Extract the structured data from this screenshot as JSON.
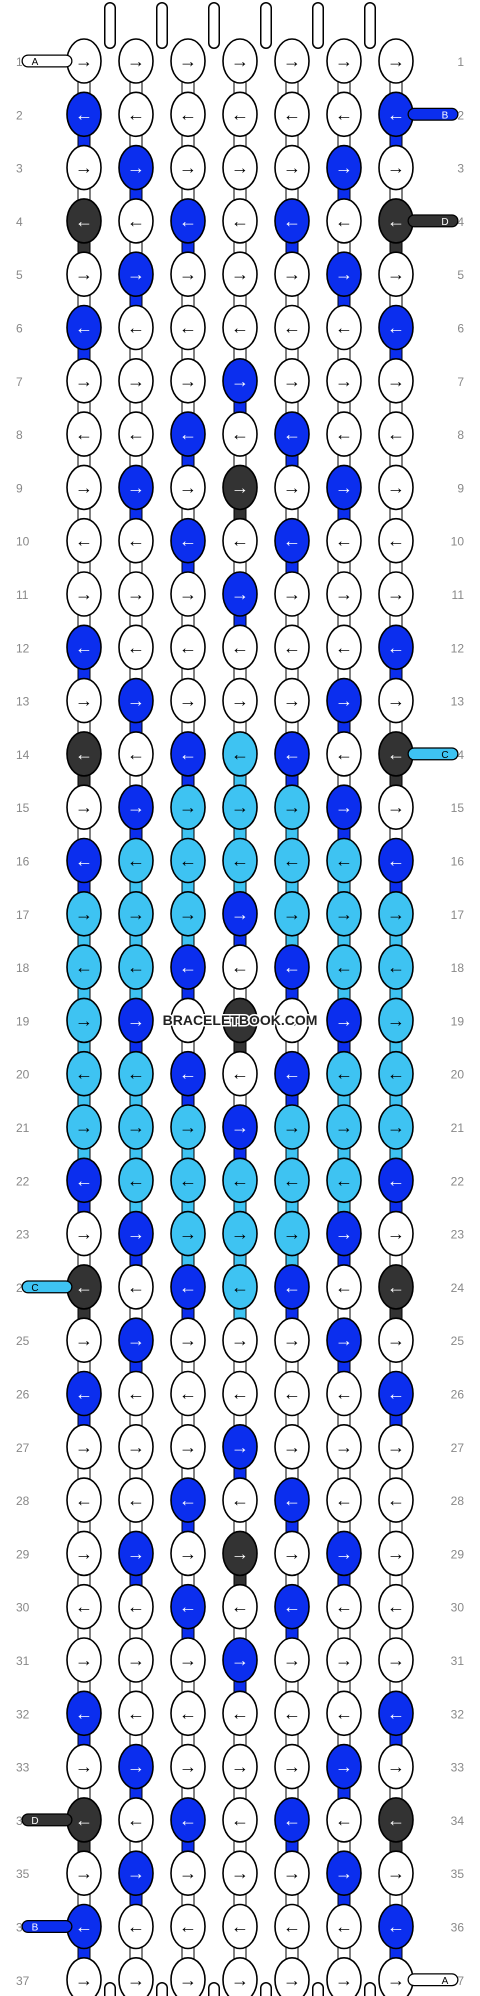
{
  "watermark": "BRACELETBOOK.COM",
  "colors": {
    "A": "#ffffff",
    "B": "#0b2eee",
    "C": "#3ec3f2",
    "D": "#333333"
  },
  "row_numbers": [
    "1",
    "2",
    "3",
    "4",
    "5",
    "6",
    "7",
    "8",
    "9",
    "10",
    "11",
    "12",
    "13",
    "14",
    "15",
    "16",
    "17",
    "18",
    "19",
    "20",
    "21",
    "22",
    "23",
    "24",
    "25",
    "26",
    "27",
    "28",
    "29",
    "30",
    "31",
    "32",
    "33",
    "34",
    "35",
    "36",
    "37"
  ],
  "strand_labels": {
    "left": [
      {
        "row": 1,
        "label": "A",
        "color": "A"
      },
      {
        "row": 24,
        "label": "C",
        "color": "C"
      },
      {
        "row": 34,
        "label": "D",
        "color": "D"
      },
      {
        "row": 36,
        "label": "B",
        "color": "B"
      }
    ],
    "right": [
      {
        "row": 2,
        "label": "B",
        "color": "B"
      },
      {
        "row": 4,
        "label": "D",
        "color": "D"
      },
      {
        "row": 14,
        "label": "C",
        "color": "C"
      },
      {
        "row": 37,
        "label": "A",
        "color": "A"
      }
    ]
  },
  "arrow_glyphs": {
    "R": "→",
    "L": "←"
  },
  "knot_rows": [
    {
      "d": [
        "R",
        "R",
        "R",
        "R",
        "R",
        "R",
        "R"
      ],
      "c": [
        "A",
        "A",
        "A",
        "A",
        "A",
        "A",
        "A"
      ]
    },
    {
      "d": [
        "L",
        "L",
        "L",
        "L",
        "L",
        "L",
        "L"
      ],
      "c": [
        "B",
        "A",
        "A",
        "A",
        "A",
        "A",
        "B"
      ]
    },
    {
      "d": [
        "R",
        "R",
        "R",
        "R",
        "R",
        "R",
        "R"
      ],
      "c": [
        "A",
        "B",
        "A",
        "A",
        "A",
        "B",
        "A"
      ]
    },
    {
      "d": [
        "L",
        "L",
        "L",
        "L",
        "L",
        "L",
        "L"
      ],
      "c": [
        "D",
        "A",
        "B",
        "A",
        "B",
        "A",
        "D"
      ]
    },
    {
      "d": [
        "R",
        "R",
        "R",
        "R",
        "R",
        "R",
        "R"
      ],
      "c": [
        "A",
        "B",
        "A",
        "A",
        "A",
        "B",
        "A"
      ]
    },
    {
      "d": [
        "L",
        "L",
        "L",
        "L",
        "L",
        "L",
        "L"
      ],
      "c": [
        "B",
        "A",
        "A",
        "A",
        "A",
        "A",
        "B"
      ]
    },
    {
      "d": [
        "R",
        "R",
        "R",
        "R",
        "R",
        "R",
        "R"
      ],
      "c": [
        "A",
        "A",
        "A",
        "B",
        "A",
        "A",
        "A"
      ]
    },
    {
      "d": [
        "L",
        "L",
        "L",
        "L",
        "L",
        "L",
        "L"
      ],
      "c": [
        "A",
        "A",
        "B",
        "A",
        "B",
        "A",
        "A"
      ]
    },
    {
      "d": [
        "R",
        "R",
        "R",
        "R",
        "R",
        "R",
        "R"
      ],
      "c": [
        "A",
        "B",
        "A",
        "D",
        "A",
        "B",
        "A"
      ]
    },
    {
      "d": [
        "L",
        "L",
        "L",
        "L",
        "L",
        "L",
        "L"
      ],
      "c": [
        "A",
        "A",
        "B",
        "A",
        "B",
        "A",
        "A"
      ]
    },
    {
      "d": [
        "R",
        "R",
        "R",
        "R",
        "R",
        "R",
        "R"
      ],
      "c": [
        "A",
        "A",
        "A",
        "B",
        "A",
        "A",
        "A"
      ]
    },
    {
      "d": [
        "L",
        "L",
        "L",
        "L",
        "L",
        "L",
        "L"
      ],
      "c": [
        "B",
        "A",
        "A",
        "A",
        "A",
        "A",
        "B"
      ]
    },
    {
      "d": [
        "R",
        "R",
        "R",
        "R",
        "R",
        "R",
        "R"
      ],
      "c": [
        "A",
        "B",
        "A",
        "A",
        "A",
        "B",
        "A"
      ]
    },
    {
      "d": [
        "L",
        "L",
        "L",
        "L",
        "L",
        "L",
        "L"
      ],
      "c": [
        "D",
        "A",
        "B",
        "C",
        "B",
        "A",
        "D"
      ]
    },
    {
      "d": [
        "R",
        "R",
        "R",
        "R",
        "R",
        "R",
        "R"
      ],
      "c": [
        "A",
        "B",
        "C",
        "C",
        "C",
        "B",
        "A"
      ]
    },
    {
      "d": [
        "L",
        "L",
        "L",
        "L",
        "L",
        "L",
        "L"
      ],
      "c": [
        "B",
        "C",
        "C",
        "C",
        "C",
        "C",
        "B"
      ]
    },
    {
      "d": [
        "R",
        "R",
        "R",
        "R",
        "R",
        "R",
        "R"
      ],
      "c": [
        "C",
        "C",
        "C",
        "B",
        "C",
        "C",
        "C"
      ]
    },
    {
      "d": [
        "L",
        "L",
        "L",
        "L",
        "L",
        "L",
        "L"
      ],
      "c": [
        "C",
        "C",
        "B",
        "A",
        "B",
        "C",
        "C"
      ]
    },
    {
      "d": [
        "R",
        "R",
        "R",
        "R",
        "R",
        "R",
        "R"
      ],
      "c": [
        "C",
        "B",
        "A",
        "D",
        "A",
        "B",
        "C"
      ]
    },
    {
      "d": [
        "L",
        "L",
        "L",
        "L",
        "L",
        "L",
        "L"
      ],
      "c": [
        "C",
        "C",
        "B",
        "A",
        "B",
        "C",
        "C"
      ]
    },
    {
      "d": [
        "R",
        "R",
        "R",
        "R",
        "R",
        "R",
        "R"
      ],
      "c": [
        "C",
        "C",
        "C",
        "B",
        "C",
        "C",
        "C"
      ]
    },
    {
      "d": [
        "L",
        "L",
        "L",
        "L",
        "L",
        "L",
        "L"
      ],
      "c": [
        "B",
        "C",
        "C",
        "C",
        "C",
        "C",
        "B"
      ]
    },
    {
      "d": [
        "R",
        "R",
        "R",
        "R",
        "R",
        "R",
        "R"
      ],
      "c": [
        "A",
        "B",
        "C",
        "C",
        "C",
        "B",
        "A"
      ]
    },
    {
      "d": [
        "L",
        "L",
        "L",
        "L",
        "L",
        "L",
        "L"
      ],
      "c": [
        "D",
        "A",
        "B",
        "C",
        "B",
        "A",
        "D"
      ]
    },
    {
      "d": [
        "R",
        "R",
        "R",
        "R",
        "R",
        "R",
        "R"
      ],
      "c": [
        "A",
        "B",
        "A",
        "A",
        "A",
        "B",
        "A"
      ]
    },
    {
      "d": [
        "L",
        "L",
        "L",
        "L",
        "L",
        "L",
        "L"
      ],
      "c": [
        "B",
        "A",
        "A",
        "A",
        "A",
        "A",
        "B"
      ]
    },
    {
      "d": [
        "R",
        "R",
        "R",
        "R",
        "R",
        "R",
        "R"
      ],
      "c": [
        "A",
        "A",
        "A",
        "B",
        "A",
        "A",
        "A"
      ]
    },
    {
      "d": [
        "L",
        "L",
        "L",
        "L",
        "L",
        "L",
        "L"
      ],
      "c": [
        "A",
        "A",
        "B",
        "A",
        "B",
        "A",
        "A"
      ]
    },
    {
      "d": [
        "R",
        "R",
        "R",
        "R",
        "R",
        "R",
        "R"
      ],
      "c": [
        "A",
        "B",
        "A",
        "D",
        "A",
        "B",
        "A"
      ]
    },
    {
      "d": [
        "L",
        "L",
        "L",
        "L",
        "L",
        "L",
        "L"
      ],
      "c": [
        "A",
        "A",
        "B",
        "A",
        "B",
        "A",
        "A"
      ]
    },
    {
      "d": [
        "R",
        "R",
        "R",
        "R",
        "R",
        "R",
        "R"
      ],
      "c": [
        "A",
        "A",
        "A",
        "B",
        "A",
        "A",
        "A"
      ]
    },
    {
      "d": [
        "L",
        "L",
        "L",
        "L",
        "L",
        "L",
        "L"
      ],
      "c": [
        "B",
        "A",
        "A",
        "A",
        "A",
        "A",
        "B"
      ]
    },
    {
      "d": [
        "R",
        "R",
        "R",
        "R",
        "R",
        "R",
        "R"
      ],
      "c": [
        "A",
        "B",
        "A",
        "A",
        "A",
        "B",
        "A"
      ]
    },
    {
      "d": [
        "L",
        "L",
        "L",
        "L",
        "L",
        "L",
        "L"
      ],
      "c": [
        "D",
        "A",
        "B",
        "A",
        "B",
        "A",
        "D"
      ]
    },
    {
      "d": [
        "R",
        "R",
        "R",
        "R",
        "R",
        "R",
        "R"
      ],
      "c": [
        "A",
        "B",
        "A",
        "A",
        "A",
        "B",
        "A"
      ]
    },
    {
      "d": [
        "L",
        "L",
        "L",
        "L",
        "L",
        "L",
        "L"
      ],
      "c": [
        "B",
        "A",
        "A",
        "A",
        "A",
        "A",
        "B"
      ]
    },
    {
      "d": [
        "R",
        "R",
        "R",
        "R",
        "R",
        "R",
        "R"
      ],
      "c": [
        "A",
        "A",
        "A",
        "A",
        "A",
        "A",
        "A"
      ]
    }
  ]
}
